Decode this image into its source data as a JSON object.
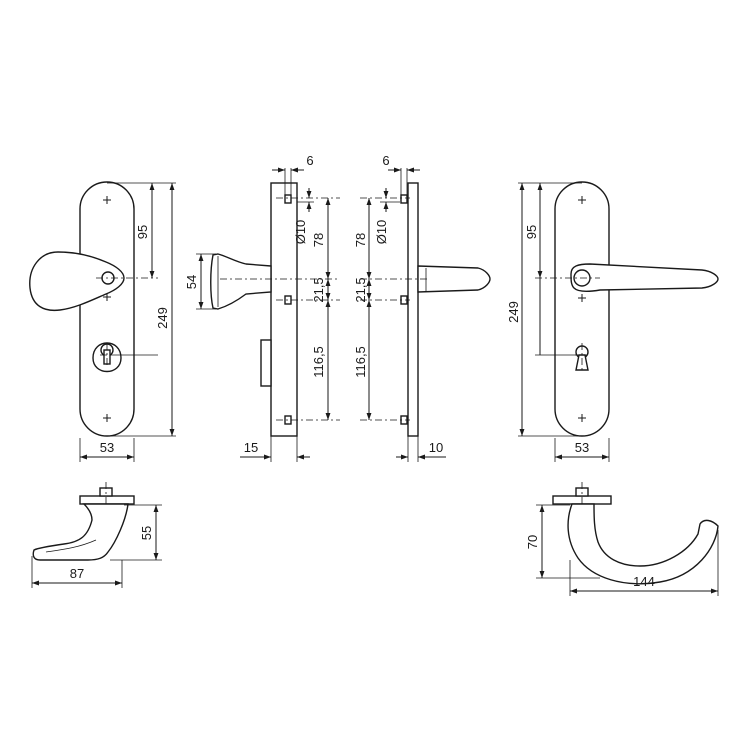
{
  "dimensions": {
    "front_knob": {
      "width": "53",
      "center_distance": "95",
      "height": "249"
    },
    "side_knob": {
      "thickness": "6",
      "pin_diameter": "Ø10",
      "top_to_spindle": "78",
      "spindle_offset": "21,5",
      "lower_distance": "116,5",
      "knob_height": "54",
      "projection": "15"
    },
    "side_lever": {
      "thickness": "6",
      "pin_diameter": "Ø10",
      "top_to_spindle": "78",
      "spindle_offset": "21,5",
      "lower_distance": "116,5",
      "projection": "10"
    },
    "front_lever": {
      "width": "53",
      "center_distance": "95",
      "height": "249"
    },
    "knob_top": {
      "length": "87",
      "height": "55"
    },
    "lever_top": {
      "length": "144",
      "height": "70"
    }
  },
  "colors": {
    "line": "#1a1a1a",
    "background": "#ffffff"
  }
}
